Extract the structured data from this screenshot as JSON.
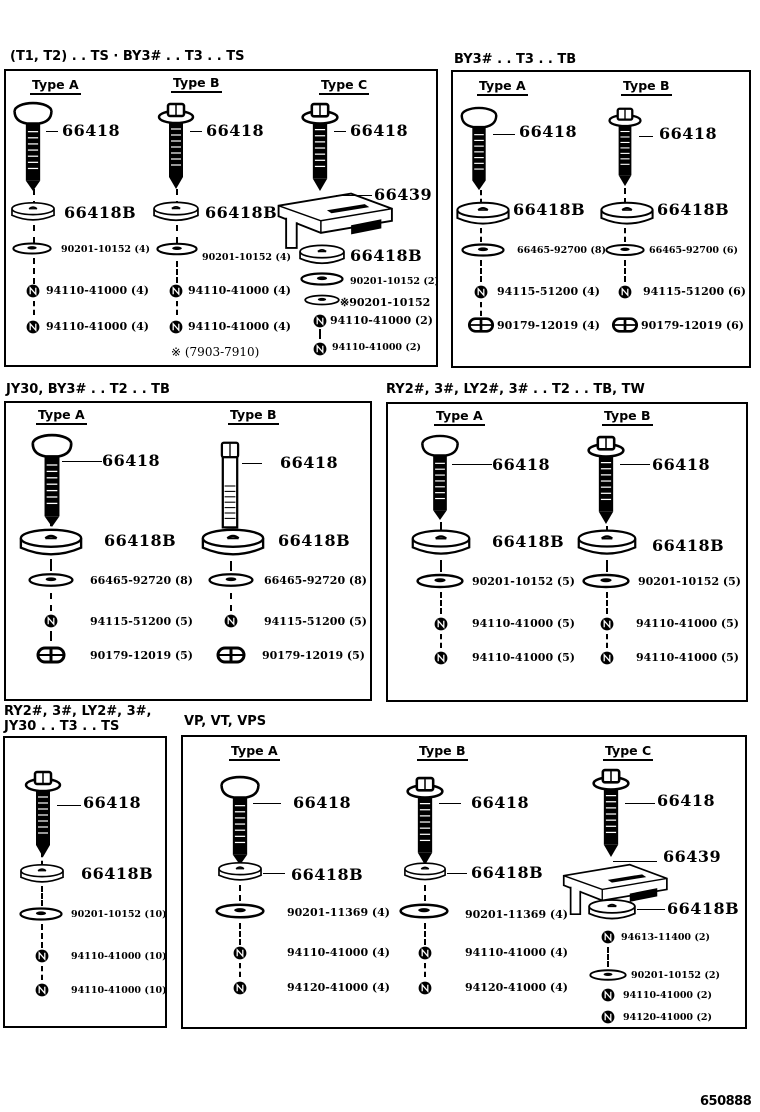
{
  "diagram_code": "650888",
  "sections": [
    {
      "title": "(T1, T2) . . TS · BY3# . . T3 . . TS",
      "types": [
        {
          "label": "Type A",
          "parts": [
            "66418",
            "66418B",
            "90201-10152 (4)",
            "94110-41000 (4)",
            "94110-41000 (4)"
          ]
        },
        {
          "label": "Type B",
          "parts": [
            "66418",
            "66418B",
            "90201-10152 (4)",
            "94110-41000 (4)",
            "94110-41000 (4)"
          ]
        },
        {
          "label": "Type C",
          "parts": [
            "66418",
            "66439",
            "66418B",
            "90201-10152 (2)",
            "※90201-10152",
            "94110-41000 (2)",
            "94110-41000 (2)"
          ]
        }
      ],
      "note": "※ (7903-7910)"
    },
    {
      "title": "BY3# . . T3 . . TB",
      "types": [
        {
          "label": "Type A",
          "parts": [
            "66418",
            "66418B",
            "66465-92700 (8)",
            "94115-51200 (4)",
            "90179-12019 (4)"
          ]
        },
        {
          "label": "Type B",
          "parts": [
            "66418",
            "66418B",
            "66465-92700 (6)",
            "94115-51200 (6)",
            "90179-12019 (6)"
          ]
        }
      ]
    },
    {
      "title": "JY30, BY3# . . T2 . . TB",
      "types": [
        {
          "label": "Type A",
          "parts": [
            "66418",
            "66418B",
            "66465-92720 (8)",
            "94115-51200 (5)",
            "90179-12019 (5)"
          ]
        },
        {
          "label": "Type B",
          "parts": [
            "66418",
            "66418B",
            "66465-92720 (8)",
            "94115-51200 (5)",
            "90179-12019 (5)"
          ]
        }
      ]
    },
    {
      "title": "RY2#, 3#, LY2#, 3# . . T2 . . TB, TW",
      "types": [
        {
          "label": "Type A",
          "parts": [
            "66418",
            "66418B",
            "90201-10152 (5)",
            "94110-41000 (5)",
            "94110-41000 (5)"
          ]
        },
        {
          "label": "Type B",
          "parts": [
            "66418",
            "66418B",
            "90201-10152 (5)",
            "94110-41000 (5)",
            "94110-41000 (5)"
          ]
        }
      ]
    },
    {
      "title_line1": "RY2#, 3#, LY2#, 3#,",
      "title_line2": "JY30 . . T3 . . TS",
      "types": [
        {
          "label": "",
          "parts": [
            "66418",
            "66418B",
            "90201-10152 (10)",
            "94110-41000 (10)",
            "94110-41000 (10)"
          ]
        }
      ]
    },
    {
      "title": "VP, VT, VPS",
      "types": [
        {
          "label": "Type A",
          "parts": [
            "66418",
            "66418B",
            "90201-11369 (4)",
            "94110-41000 (4)",
            "94120-41000 (4)"
          ]
        },
        {
          "label": "Type B",
          "parts": [
            "66418",
            "66418B",
            "90201-11369 (4)",
            "94110-41000 (4)",
            "94120-41000 (4)"
          ]
        },
        {
          "label": "Type C",
          "parts": [
            "66418",
            "66439",
            "66418B",
            "94613-11400 (2)",
            "90201-10152 (2)",
            "94110-41000 (2)",
            "94120-41000 (2)"
          ]
        }
      ]
    }
  ]
}
